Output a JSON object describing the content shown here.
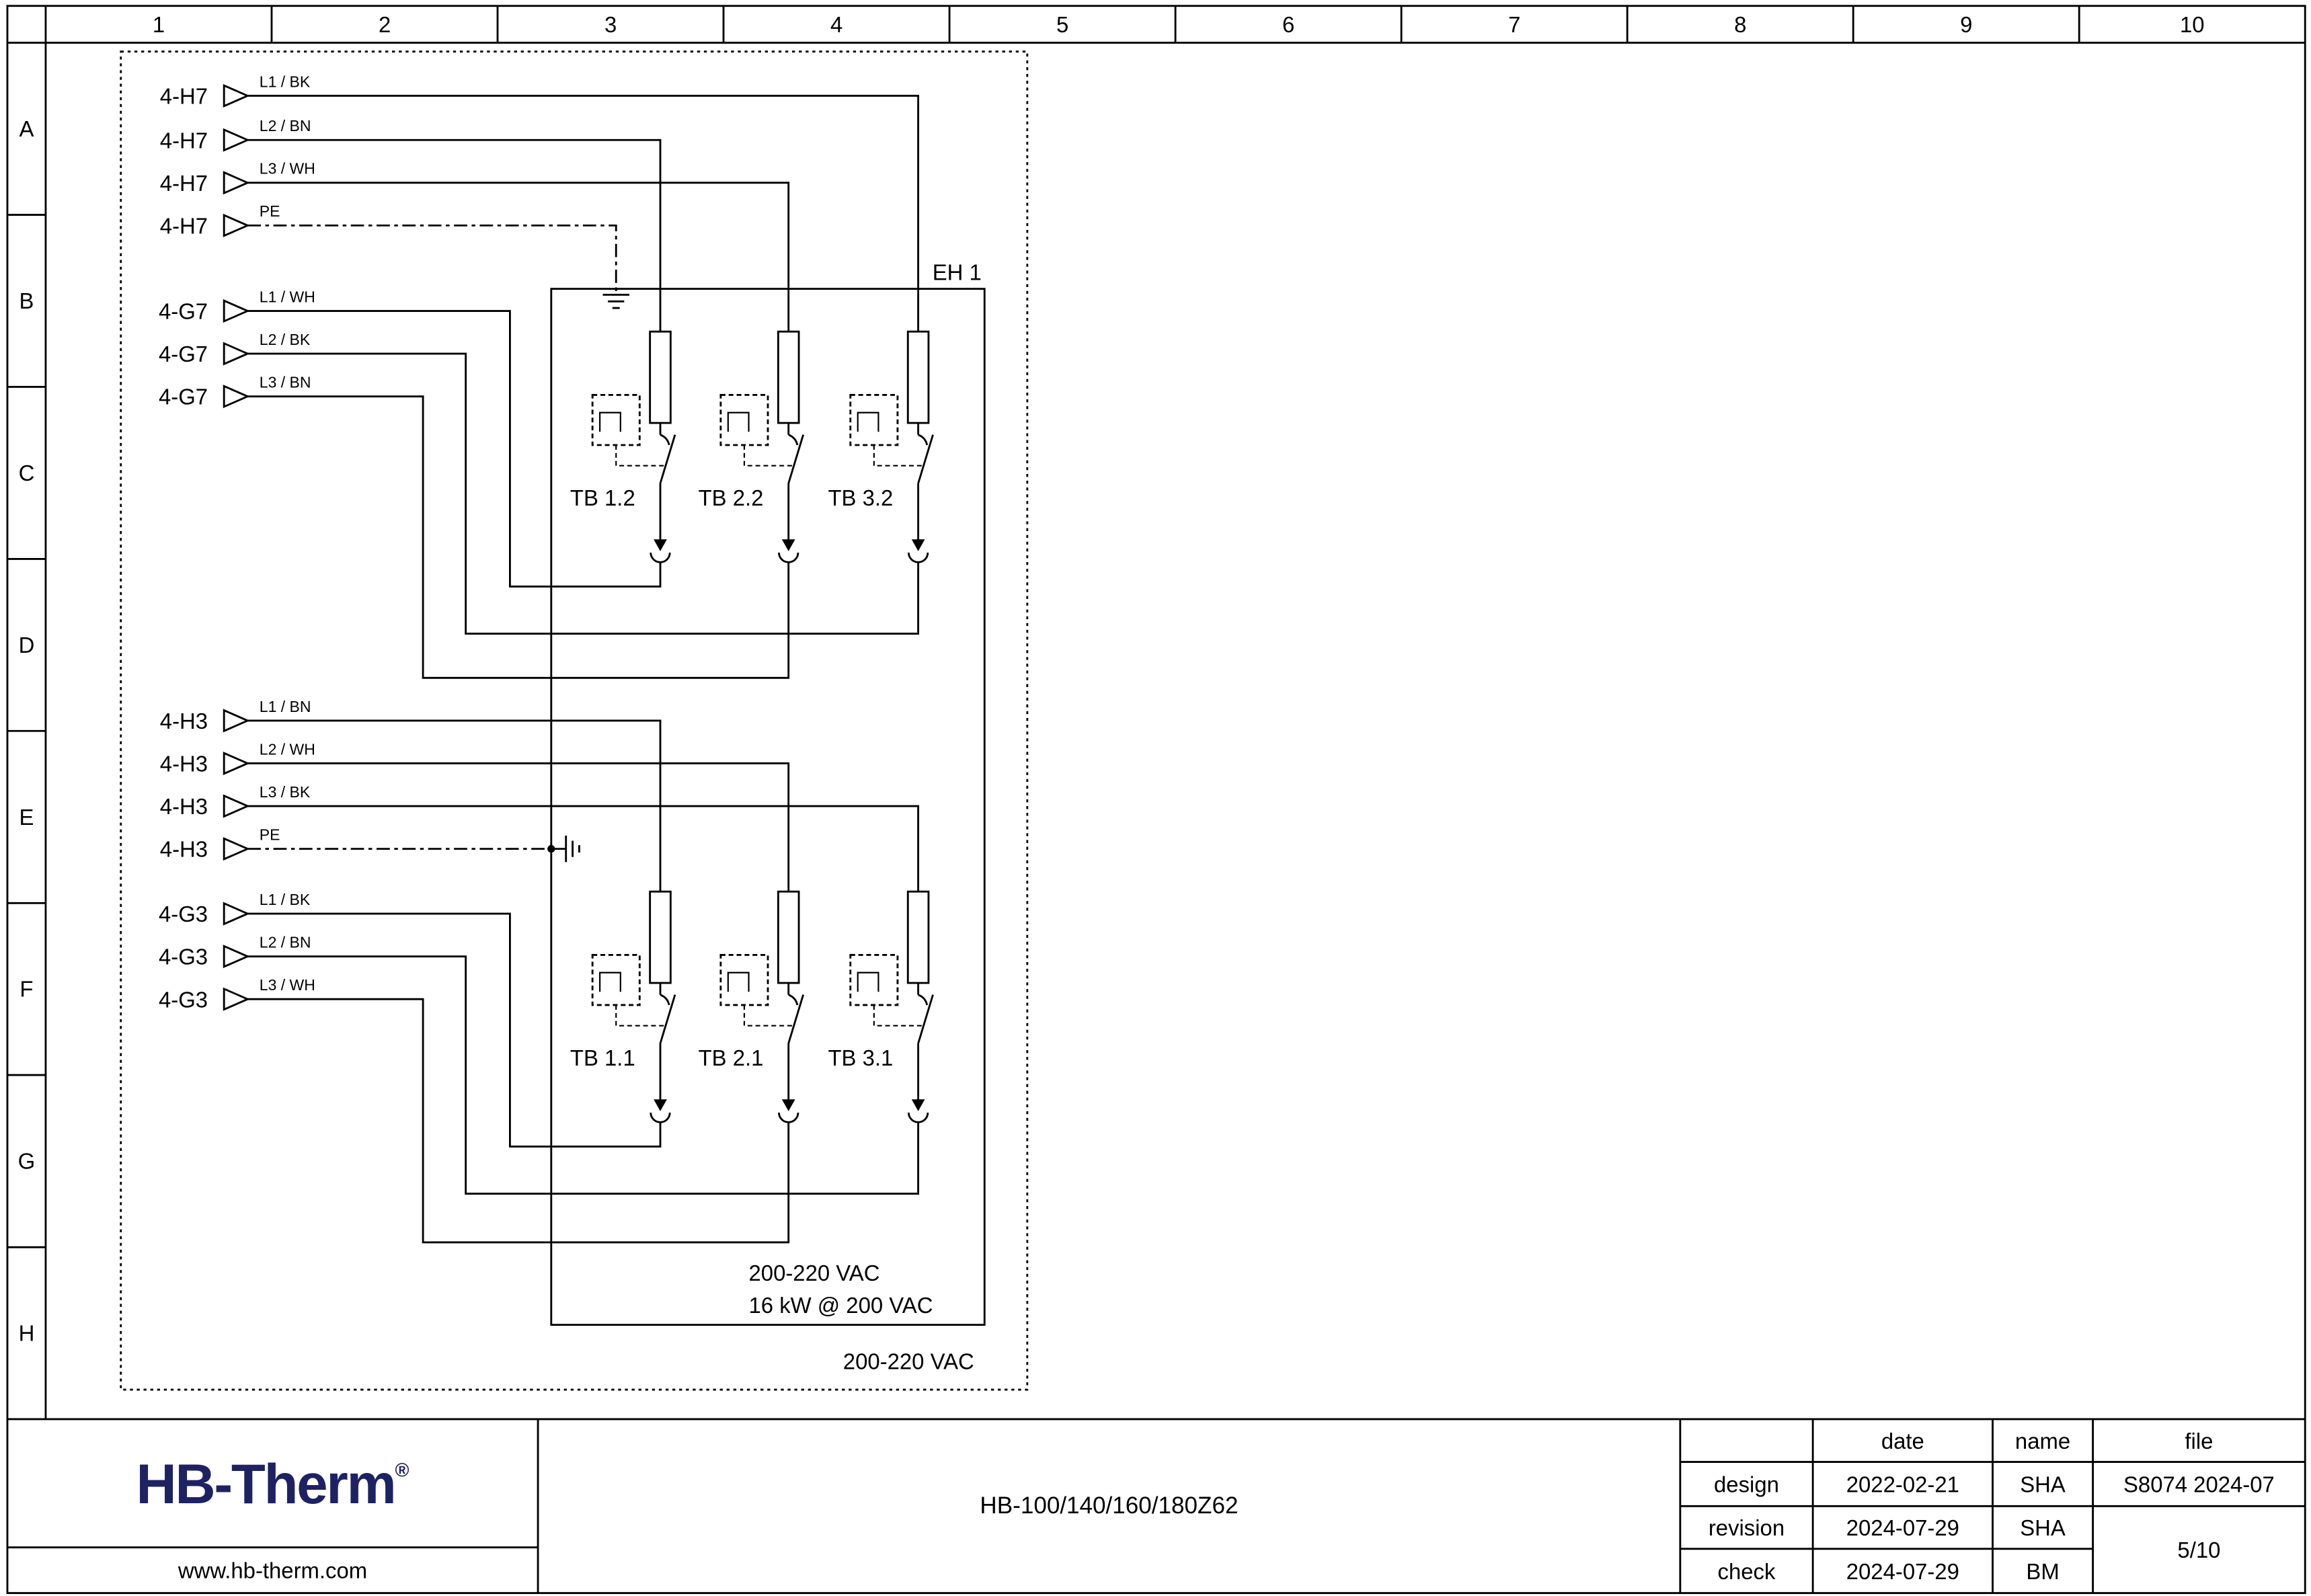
{
  "rulers": {
    "columns": [
      "1",
      "2",
      "3",
      "4",
      "5",
      "6",
      "7",
      "8",
      "9",
      "10"
    ],
    "rows": [
      "A",
      "B",
      "C",
      "D",
      "E",
      "F",
      "G",
      "H"
    ]
  },
  "schematic": {
    "enclosure_label": "EH 1",
    "inputs": [
      {
        "tag": "4-H7",
        "phase": "L1 / BK"
      },
      {
        "tag": "4-H7",
        "phase": "L2 / BN"
      },
      {
        "tag": "4-H7",
        "phase": "L3 / WH"
      },
      {
        "tag": "4-H7",
        "phase": "PE"
      },
      {
        "tag": "4-G7",
        "phase": "L1 / WH"
      },
      {
        "tag": "4-G7",
        "phase": "L2 / BK"
      },
      {
        "tag": "4-G7",
        "phase": "L3 / BN"
      },
      {
        "tag": "4-H3",
        "phase": "L1 / BN"
      },
      {
        "tag": "4-H3",
        "phase": "L2 / WH"
      },
      {
        "tag": "4-H3",
        "phase": "L3 / BK"
      },
      {
        "tag": "4-H3",
        "phase": "PE"
      },
      {
        "tag": "4-G3",
        "phase": "L1 / BK"
      },
      {
        "tag": "4-G3",
        "phase": "L2 / BN"
      },
      {
        "tag": "4-G3",
        "phase": "L3 / WH"
      }
    ],
    "breakers": [
      {
        "label": "TB 1.2"
      },
      {
        "label": "TB 2.2"
      },
      {
        "label": "TB 3.2"
      },
      {
        "label": "TB 1.1"
      },
      {
        "label": "TB 2.1"
      },
      {
        "label": "TB 3.1"
      }
    ],
    "ratings": {
      "line1": "200-220 VAC",
      "line2": "16 kW @ 200 VAC",
      "outer": "200-220 VAC"
    }
  },
  "titleblock": {
    "logo_text": "HB-Therm",
    "logo_reg": "®",
    "website": "www.hb-therm.com",
    "doc_title": "HB-100/140/160/180Z62",
    "col_headers": {
      "date": "date",
      "name": "name",
      "file": "file"
    },
    "rows": [
      {
        "label": "design",
        "date": "2022-02-21",
        "name": "SHA"
      },
      {
        "label": "revision",
        "date": "2024-07-29",
        "name": "SHA"
      },
      {
        "label": "check",
        "date": "2024-07-29",
        "name": "BM"
      }
    ],
    "file_value": "S8074 2024-07",
    "page": "5/10"
  },
  "colors": {
    "line": "#000000",
    "logo_navy": "#1d2263",
    "background": "#ffffff"
  }
}
